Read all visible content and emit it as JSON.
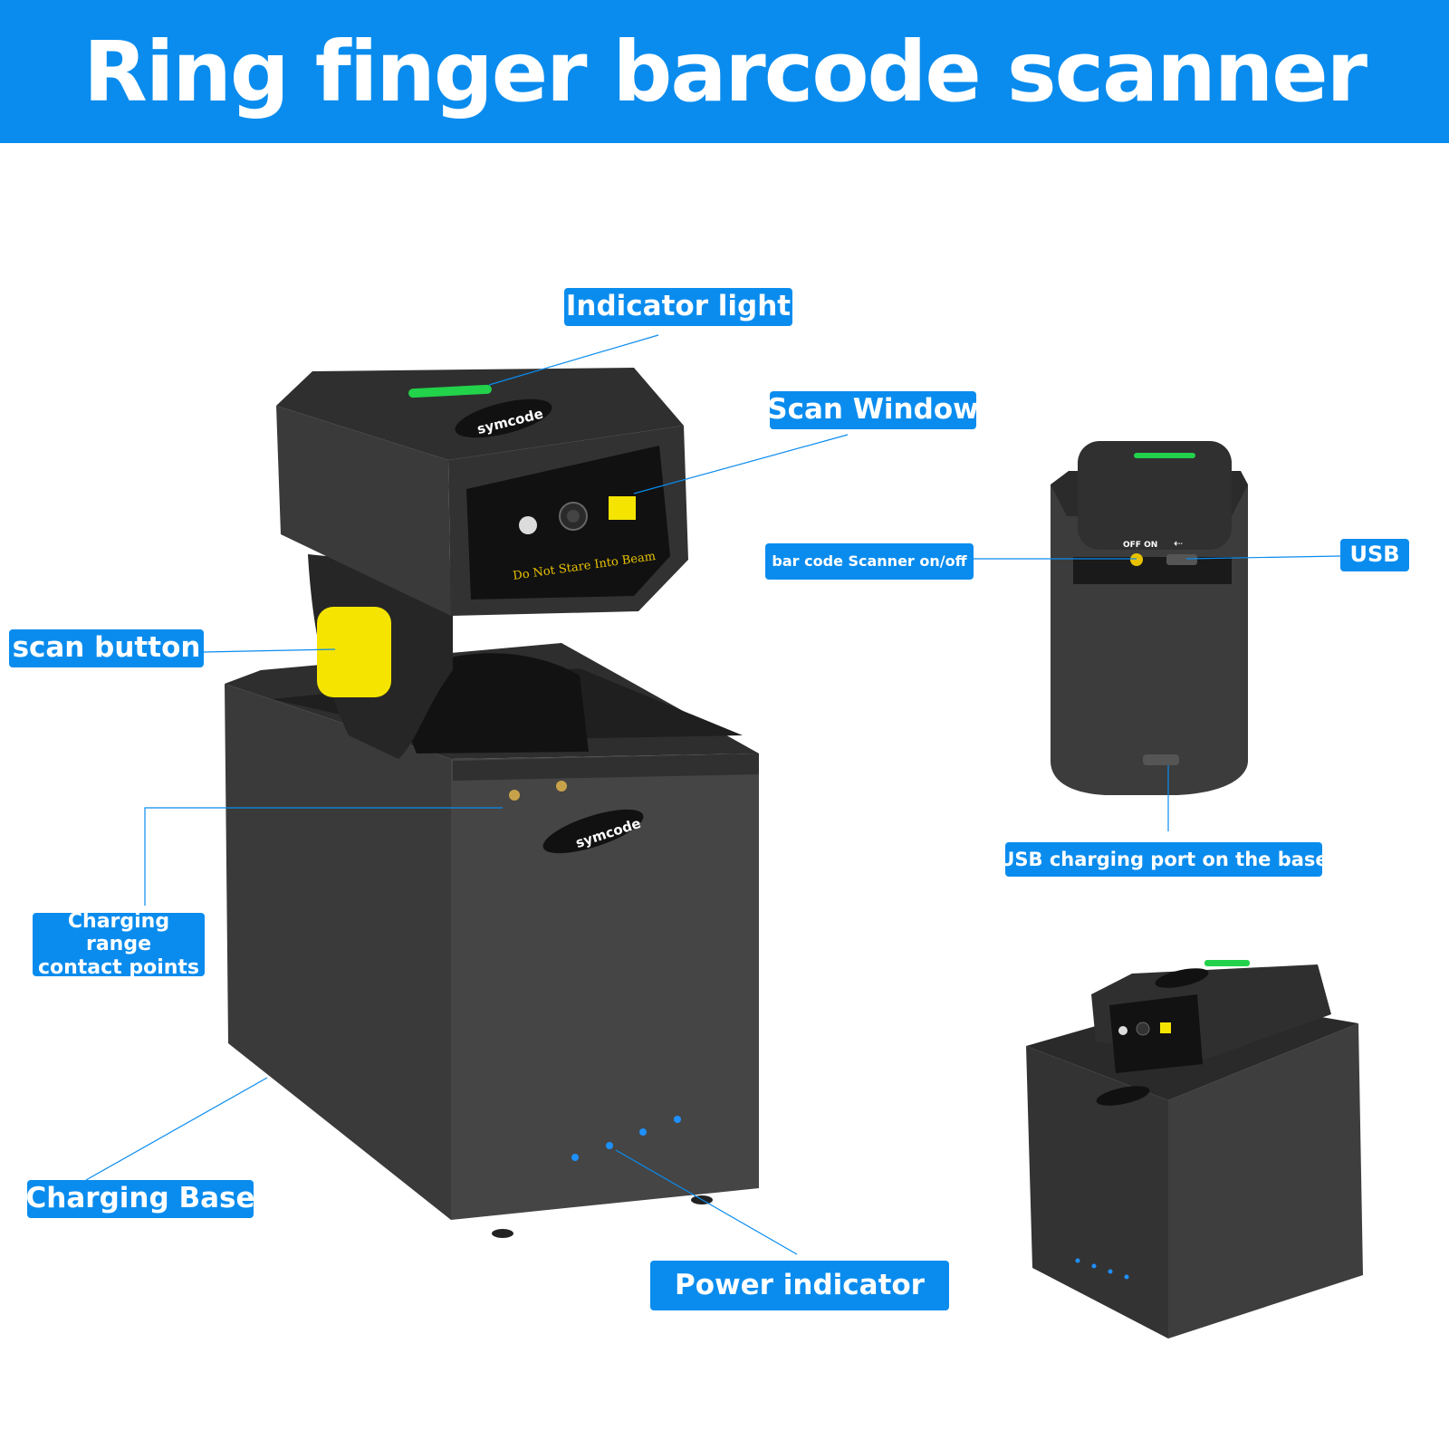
{
  "title": "Ring finger barcode scanner",
  "labels": {
    "indicator_light": "Indicator light",
    "scan_window": "Scan Window",
    "scan_button": "scan button",
    "charging_contacts": "Charging range\ncontact points",
    "charging_base": "Charging Base",
    "power_indicator": "Power indicator",
    "scanner_switch": "bar code Scanner on/off",
    "usb": "USB",
    "usb_port": "USB charging port on the base"
  },
  "product_markings": {
    "brand": "symcode",
    "warning": "Do Not Stare Into Beam",
    "switch": "OFF ON"
  },
  "colors": {
    "accent": "#0A8CEE",
    "device": "#3a3a3a",
    "scan_button": "#F5E400",
    "indicator": "#22D24A",
    "power_led": "#1E90FF"
  }
}
